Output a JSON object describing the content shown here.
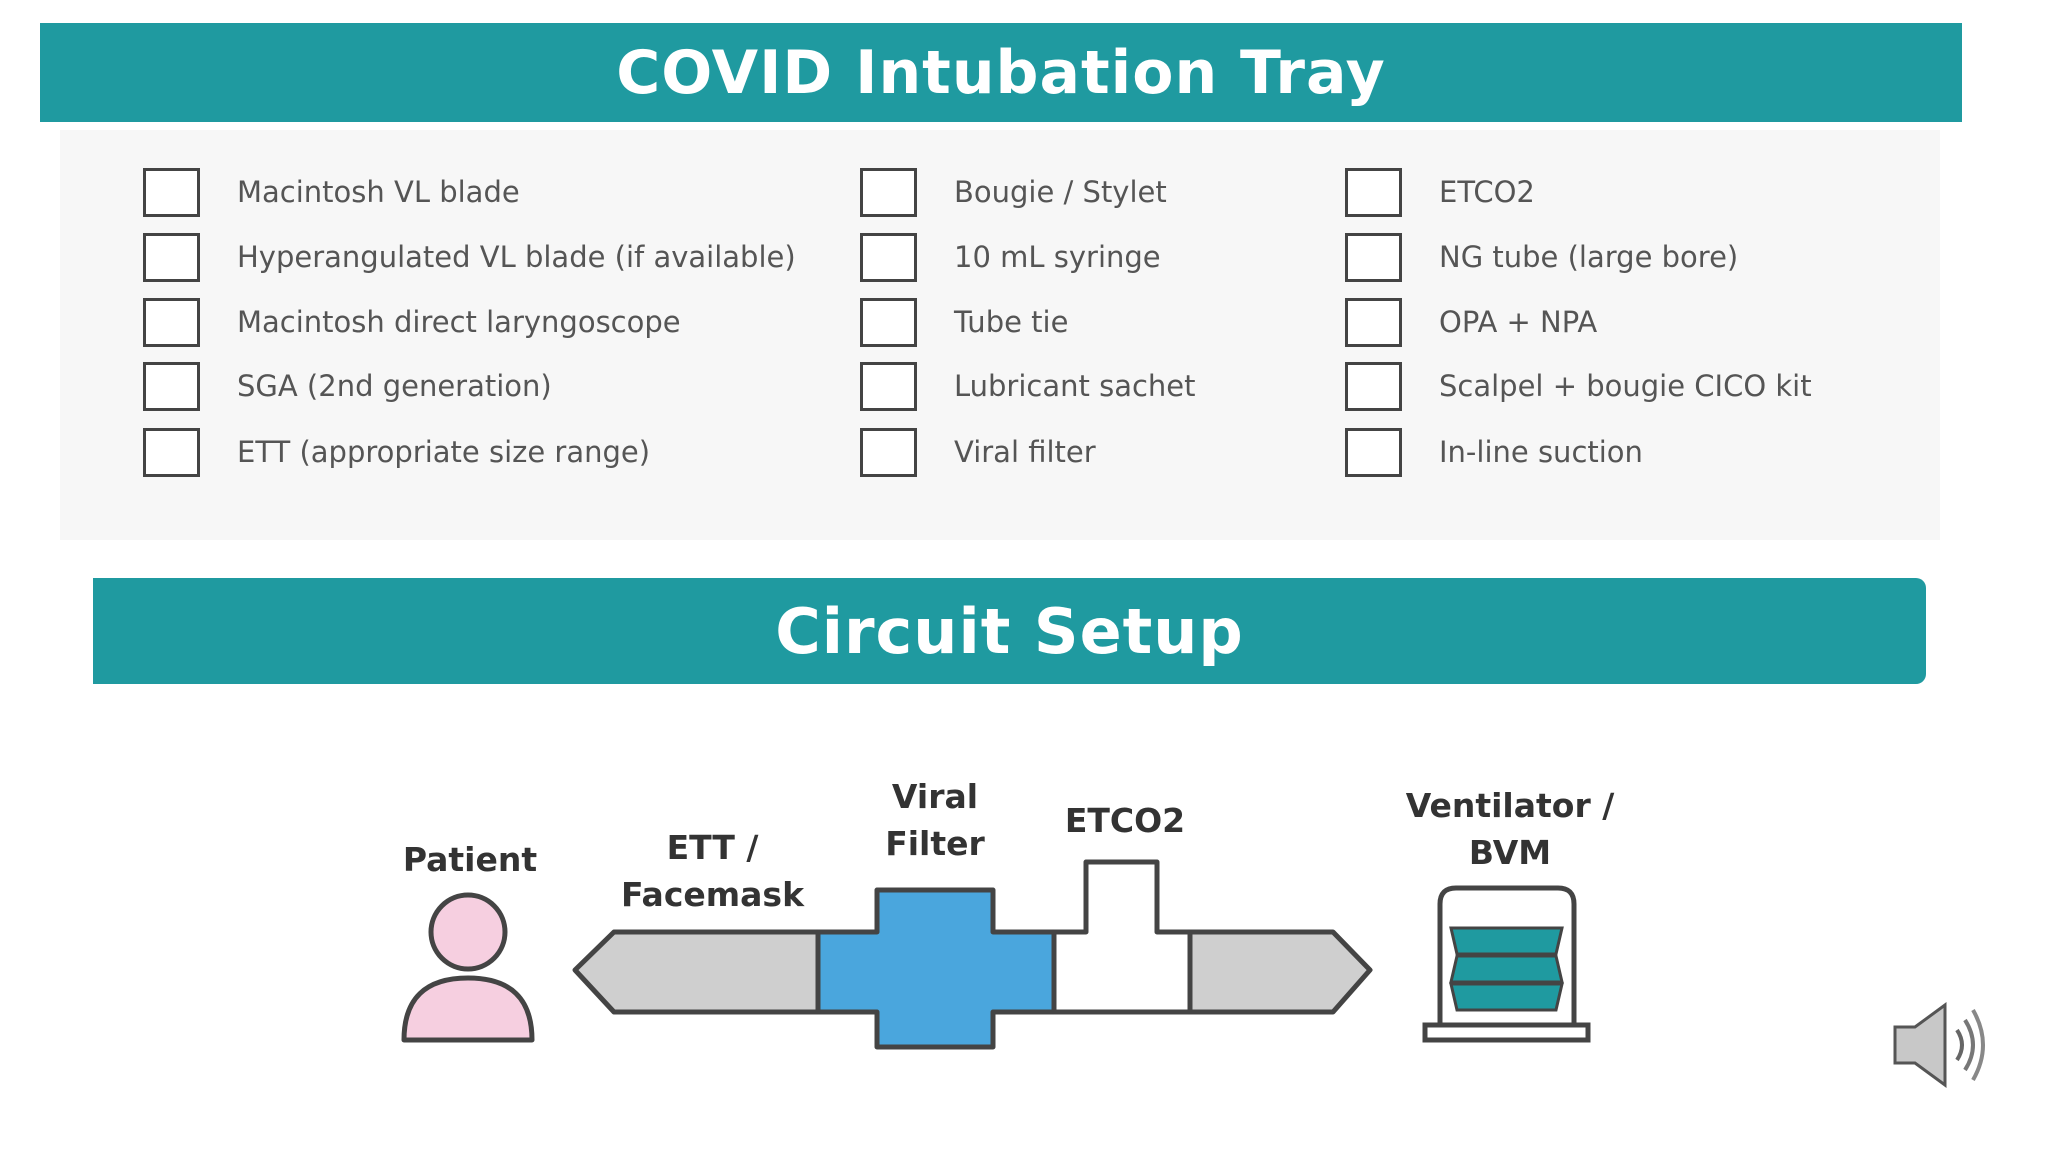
{
  "tray": {
    "title": "COVID Intubation Tray",
    "columns": [
      [
        "Macintosh VL blade",
        "Hyperangulated VL blade (if available)",
        "Macintosh direct laryngoscope",
        "SGA (2nd generation)",
        "ETT (appropriate size range)"
      ],
      [
        "Bougie / Stylet",
        "10 mL syringe",
        "Tube tie",
        "Lubricant sachet",
        "Viral filter"
      ],
      [
        "ETCO2",
        "NG tube (large bore)",
        "OPA + NPA",
        "Scalpel + bougie CICO kit",
        "In-line suction"
      ]
    ]
  },
  "circuit": {
    "title": "Circuit Setup",
    "labels": {
      "patient": "Patient",
      "ett": "ETT /\nFacemask",
      "viral_filter": "Viral\nFilter",
      "etco2": "ETCO2",
      "ventilator": "Ventilator /\nBVM"
    }
  },
  "icons": {
    "patient": "person-icon",
    "ventilator": "ventilator-icon",
    "speaker": "speaker-icon"
  },
  "colors": {
    "banner": "#1f9aa0",
    "patient_fill": "#f6cfe0",
    "tube_gray": "#cfcfcf",
    "filter_blue": "#4aa6dd",
    "bellows_teal": "#1f9aa0"
  }
}
